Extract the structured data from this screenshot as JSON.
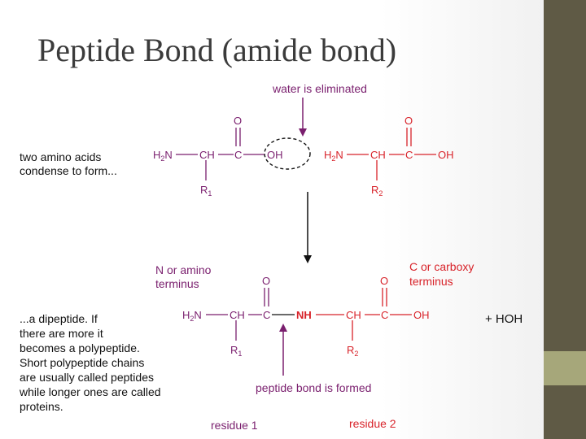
{
  "title": "Peptide Bond (amide bond)",
  "colors": {
    "purple": "#7a1f6e",
    "red": "#d8232a",
    "black": "#111111",
    "sidebar": "#5f5a45",
    "accent": "#a6a77a"
  },
  "captions": {
    "water_eliminated": "water is eliminated",
    "two_amino_acids_1": "two amino acids",
    "two_amino_acids_2": "condense to form...",
    "n_terminus_1": "N or amino",
    "n_terminus_2": "terminus",
    "c_terminus_1": "C or carboxy",
    "c_terminus_2": "terminus",
    "dipeptide_lines": [
      "...a dipeptide. If",
      "there are more it",
      "becomes a polypeptide.",
      "Short polypeptide chains",
      "are usually called peptides",
      "while longer ones are called",
      "proteins."
    ],
    "peptide_bond_formed": "peptide bond is formed",
    "residue_1": "residue 1",
    "residue_2": "residue 2",
    "plus_water": "+  HOH"
  },
  "chemistry": {
    "h2n": "H",
    "h2n_sub": "2",
    "h2n_n": "N",
    "ch": "CH",
    "c": "C",
    "o": "O",
    "oh": "OH",
    "nh": "NH",
    "r": "R",
    "r1_sub": "1",
    "r2_sub": "2"
  }
}
